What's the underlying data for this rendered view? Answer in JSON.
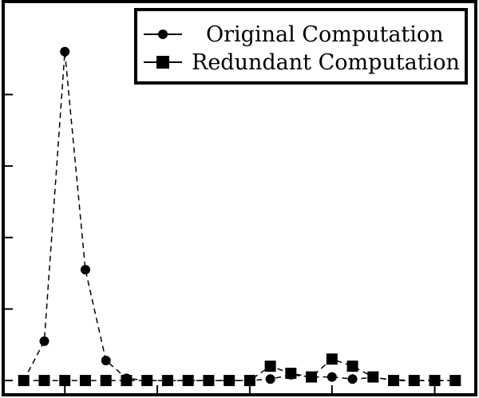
{
  "chart_data": {
    "type": "line",
    "title": "",
    "xlabel": "",
    "ylabel": "",
    "x": [
      1,
      2,
      3,
      4,
      5,
      6,
      7,
      8,
      9,
      10,
      11,
      12,
      13,
      14,
      15,
      16,
      17,
      18,
      19,
      20,
      21,
      22
    ],
    "xlim": [
      0,
      23
    ],
    "ylim": [
      -0.2,
      5.3
    ],
    "y_ticks": [
      0,
      1,
      2,
      3,
      4
    ],
    "x_ticks": [
      3,
      7.5,
      12,
      16,
      21
    ],
    "legend_position": "top-right",
    "grid": false,
    "series": [
      {
        "name": "Original Computation",
        "marker": "circle",
        "line": "dashed",
        "values": [
          0,
          0.55,
          4.6,
          1.55,
          0.28,
          0.03,
          0,
          0,
          0,
          0,
          0,
          0,
          0.02,
          0.08,
          0.05,
          0.05,
          0.02,
          0.04,
          0.01,
          0,
          0,
          0
        ]
      },
      {
        "name": "Redundant Computation",
        "marker": "square",
        "line": "dashed",
        "values": [
          0,
          0,
          0,
          0,
          0,
          0,
          0,
          0,
          0,
          0,
          0,
          0,
          0.2,
          0.1,
          0.05,
          0.3,
          0.2,
          0.05,
          0,
          0,
          0,
          0
        ]
      }
    ],
    "colors": {
      "line": "#000000",
      "background": "#ffffff"
    }
  }
}
